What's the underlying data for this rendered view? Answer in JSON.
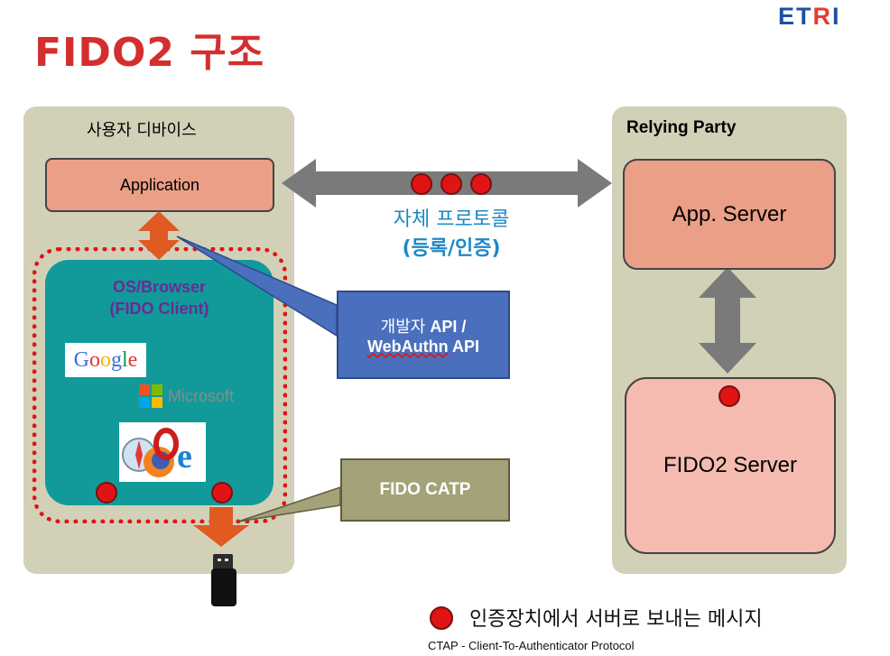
{
  "header": {
    "title": "FIDO2 구조",
    "logo": {
      "part1": "ET",
      "part2": "R",
      "part3": "I"
    }
  },
  "user_device": {
    "label": "사용자 디바이스",
    "application": "Application",
    "os_browser": {
      "line1": "OS/Browser",
      "line2": "(FIDO Client)"
    },
    "logos": {
      "google": "Google",
      "microsoft": "Microsoft"
    }
  },
  "protocol": {
    "line1": "자체 프로토콜",
    "line2": "(등록/인증)"
  },
  "callouts": {
    "api": {
      "prefix": "개발자 ",
      "api": "API /",
      "line2_underlined": "WebAuthn",
      "line2_rest": " API"
    },
    "catp": "FIDO CATP"
  },
  "relying_party": {
    "label": "Relying Party",
    "app_server": "App. Server",
    "fido2_server": "FIDO2 Server"
  },
  "legend": {
    "text": "인증장치에서 서버로 보내는 메시지"
  },
  "footnote": "CTAP - Client-To-Authenticator Protocol",
  "colors": {
    "title": "#d32f2f",
    "panel": "#d2d1b8",
    "app_box": "#ea9f86",
    "os_box": "#119a99",
    "message_dot": "#e01414",
    "protocol_text": "#1e88c8",
    "api_box": "#4a6fbd",
    "catp_box": "#a3a278"
  }
}
